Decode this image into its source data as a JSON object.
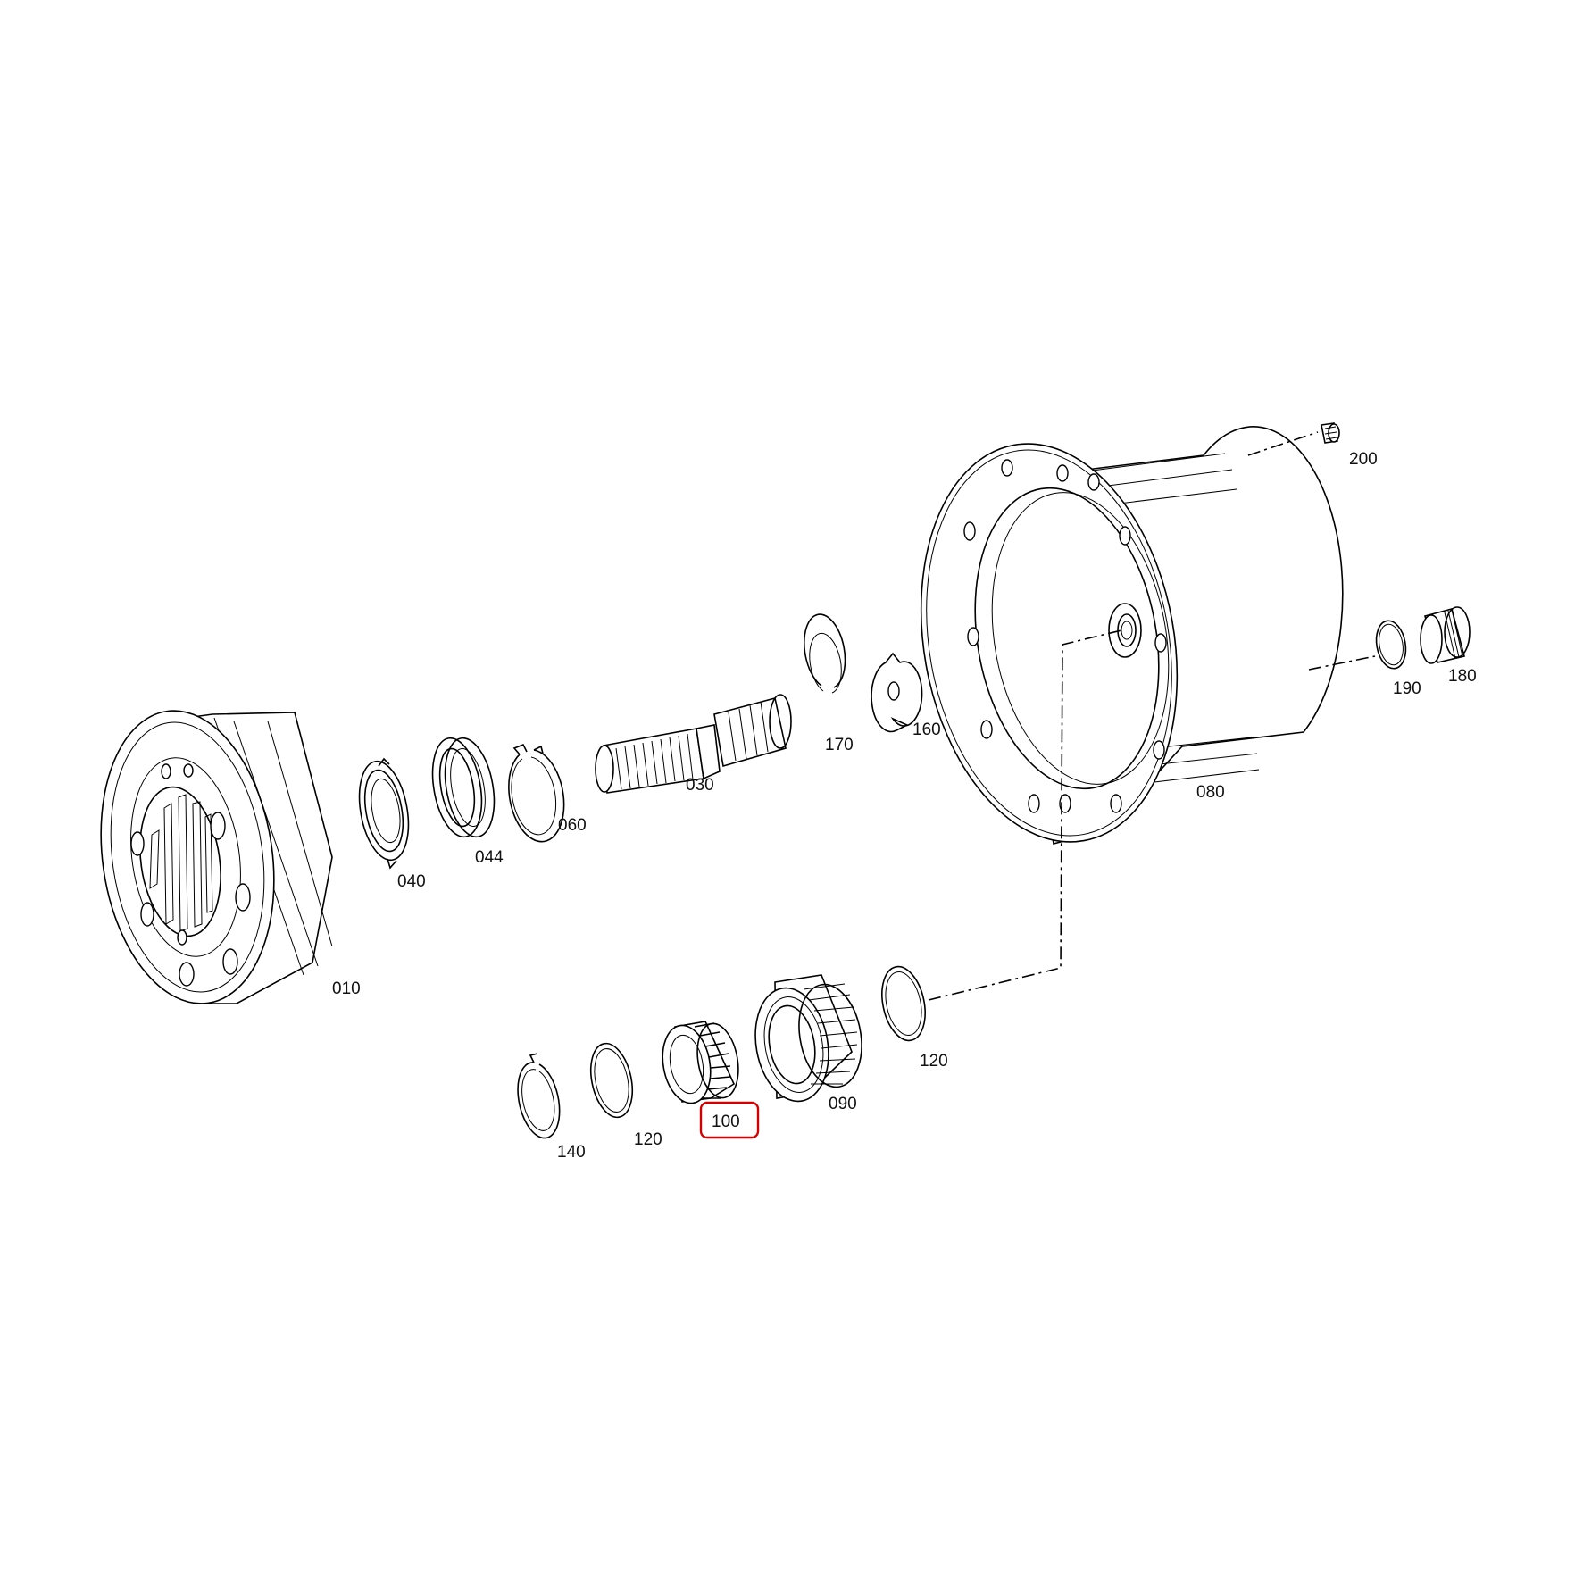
{
  "diagram": {
    "callouts": {
      "p010": "010",
      "p040": "040",
      "p044": "044",
      "p060": "060",
      "p030": "030",
      "p170": "170",
      "p160": "160",
      "p080": "080",
      "p200": "200",
      "p190": "190",
      "p180": "180",
      "p120a": "120",
      "p090": "090",
      "p100": "100",
      "p120b": "120",
      "p140": "140"
    },
    "highlighted_part": "100",
    "highlight_color": "#d40000"
  }
}
